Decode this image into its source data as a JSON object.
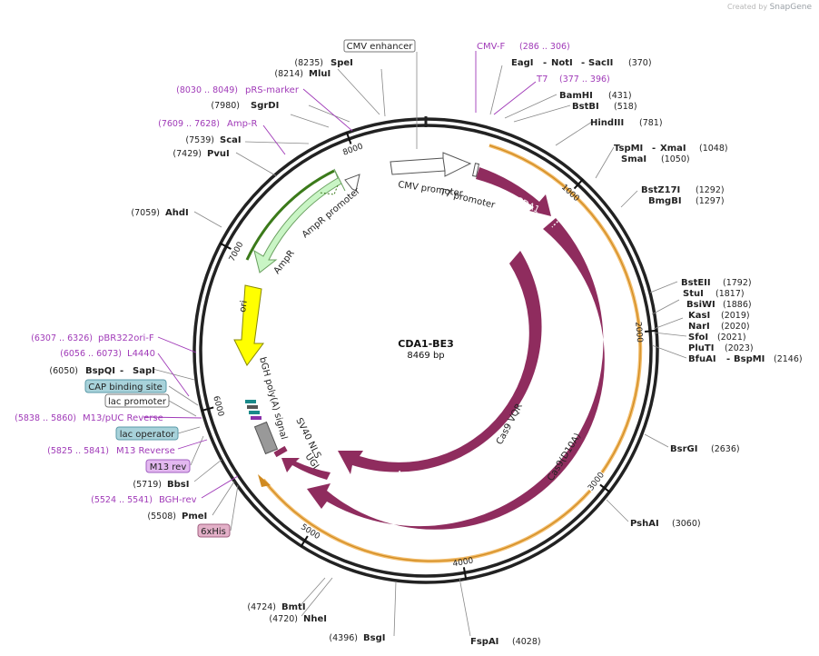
{
  "credit": {
    "prefix": "Created by",
    "brand": "SnapGene"
  },
  "map": {
    "name": "CDA1-BE3",
    "size": "8469 bp",
    "total_bp": 8469
  },
  "colors": {
    "backbone": "#222222",
    "cds": "#8f2c5e",
    "feature_text_purple": "#a03ab8",
    "amp": "#c9f5c5",
    "ori": "#ffff00",
    "cap_box": "#a8d2da",
    "lac_op_box": "#a8d2da",
    "m13_box": "#e3b8f0",
    "his_box": "#e3b0c8",
    "orange_line": "#f0b050"
  },
  "ticks": [
    {
      "pos": 1000,
      "label": "1000"
    },
    {
      "pos": 2000,
      "label": "2000"
    },
    {
      "pos": 3000,
      "label": "3000"
    },
    {
      "pos": 4000,
      "label": "4000"
    },
    {
      "pos": 5000,
      "label": "5000"
    },
    {
      "pos": 6000,
      "label": "6000"
    },
    {
      "pos": 7000,
      "label": "7000"
    },
    {
      "pos": 8000,
      "label": "8000"
    }
  ],
  "labels": {
    "cmv_enhancer": "CMV enhancer",
    "cmv_promoter": "CMV promoter",
    "t7_promoter": "T7 promoter",
    "pmcda1": "PmCDA1",
    "cas9_vqr": "Cas9 VQR",
    "cas9_d10a": "Cas9(D10A)",
    "ampr": "AmpR",
    "ampr_promoter": "AmpR promoter",
    "ori": "ori",
    "bgh_polya": "bGH poly(A) signal",
    "sv40_nls": "SV40 NLS",
    "ugi": "UGI"
  },
  "sites_left": [
    {
      "name": "SpeI",
      "pos": "(8235)"
    },
    {
      "name": "MluI",
      "pos": "(8214)"
    },
    {
      "name": "pRS-marker",
      "pos": "(8030 .. 8049)",
      "purple": true
    },
    {
      "name": "SgrDI",
      "pos": "(7980)"
    },
    {
      "name": "Amp-R",
      "pos": "(7609 .. 7628)",
      "purple": true
    },
    {
      "name": "ScaI",
      "pos": "(7539)"
    },
    {
      "name": "PvuI",
      "pos": "(7429)"
    },
    {
      "name": "AhdI",
      "pos": "(7059)"
    },
    {
      "name": "pBR322ori-F",
      "pos": "(6307 .. 6326)",
      "purple": true
    },
    {
      "name": "L4440",
      "pos": "(6056 .. 6073)",
      "purple": true
    },
    {
      "name": "BspQI",
      "extra": "SapI",
      "pos": "(6050)"
    },
    {
      "name": "M13/pUC Reverse",
      "pos": "(5838 .. 5860)",
      "purple": true
    },
    {
      "name": "M13 Reverse",
      "pos": "(5825 .. 5841)",
      "purple": true
    },
    {
      "name": "BbsI",
      "pos": "(5719)"
    },
    {
      "name": "BGH-rev",
      "pos": "(5524 .. 5541)",
      "purple": true
    },
    {
      "name": "PmeI",
      "pos": "(5508)"
    }
  ],
  "boxes_left": [
    {
      "name": "CAP binding site"
    },
    {
      "name": "lac promoter"
    },
    {
      "name": "lac operator"
    },
    {
      "name": "M13 rev"
    },
    {
      "name": "6xHis"
    }
  ],
  "sites_right": [
    {
      "name": "CMV-F",
      "pos": "(286 .. 306)",
      "purple": true
    },
    {
      "name": "EagI",
      "extra1": "NotI",
      "extra2": "SacII",
      "pos": "(370)"
    },
    {
      "name": "T7",
      "pos": "(377 .. 396)",
      "purple": true
    },
    {
      "name": "BamHI",
      "pos": "(431)"
    },
    {
      "name": "BstBI",
      "pos": "(518)"
    },
    {
      "name": "HindIII",
      "pos": "(781)"
    },
    {
      "name": "TspMI",
      "extra": "XmaI",
      "pos": "(1048)"
    },
    {
      "name": "SmaI",
      "pos": "(1050)"
    },
    {
      "name": "BstZ17I",
      "pos": "(1292)"
    },
    {
      "name": "BmgBI",
      "pos": "(1297)"
    },
    {
      "name": "BstEII",
      "pos": "(1792)"
    },
    {
      "name": "StuI",
      "pos": "(1817)"
    },
    {
      "name": "BsiWI",
      "pos": "(1886)"
    },
    {
      "name": "KasI",
      "pos": "(2019)"
    },
    {
      "name": "NarI",
      "pos": "(2020)"
    },
    {
      "name": "SfoI",
      "pos": "(2021)"
    },
    {
      "name": "PluTI",
      "pos": "(2023)"
    },
    {
      "name": "BfuAI",
      "extra": "BspMI",
      "pos": "(2146)"
    },
    {
      "name": "BsrGI",
      "pos": "(2636)"
    },
    {
      "name": "PshAI",
      "pos": "(3060)"
    }
  ],
  "sites_bottom": [
    {
      "name": "BmtI",
      "pos": "(4724)"
    },
    {
      "name": "NheI",
      "pos": "(4720)"
    },
    {
      "name": "BsgI",
      "pos": "(4396)"
    },
    {
      "name": "FspAI",
      "pos": "(4028)"
    }
  ]
}
